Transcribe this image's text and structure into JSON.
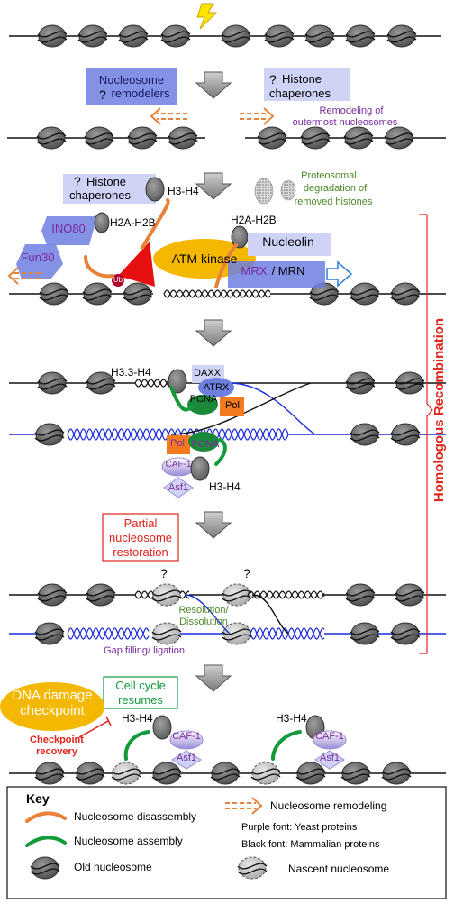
{
  "labels": {
    "nucleosome_remodelers": "Nucleosome remodelers",
    "q": "?",
    "histone_chaperones": "Histone chaperones",
    "remodeling_outermost_1": "Remodeling of",
    "remodeling_outermost_2": "outermost nucleosomes",
    "histone_chaperones_2": "Histone chaperones",
    "h3h4_top": "H3-H4",
    "proteosomal_1": "Proteosomal",
    "proteosomal_2": "degradation of",
    "proteosomal_3": "removed histones",
    "ino80": "INO80",
    "h2ah2b_left": "H2A-H2B",
    "h2ah2b_right": "H2A-H2B",
    "nucleolin": "Nucleolin",
    "fun30": "Fun30",
    "atm": "ATM kinase",
    "ub": "Ub",
    "mrx": "MRX",
    "mrn": "/ MRN",
    "h33h4": "H3.3-H4",
    "daxx": "DAXX",
    "atrx": "ATRX",
    "pcna_top": "PCNA",
    "pol_top": "Pol",
    "pol_bottom": "Pol",
    "pcna_bottom": "PCNA",
    "caf1_mid": "CAF-1",
    "asf1_mid": "Asf1",
    "h3h4_mid": "H3-H4",
    "partial_1": "Partial",
    "partial_2": "nucleosome",
    "partial_3": "restoration",
    "q1": "?",
    "q2": "?",
    "resolution_1": "Resolution/",
    "resolution_2": "Dissolution",
    "gap": "Gap filling/ ligation",
    "cellcycle_1": "Cell cycle",
    "cellcycle_2": "resumes",
    "dna_damage_1": "DNA damage",
    "dna_damage_2": "checkpoint",
    "checkpoint_1": "Checkpoint",
    "checkpoint_2": "recovery",
    "h3h4_left": "H3-H4",
    "h3h4_right": "H3-H4",
    "caf1_left": "CAF-1",
    "asf1_left": "Asf1",
    "caf1_right": "CAF-1",
    "asf1_right": "Asf1",
    "hr": "Homologous Recombination"
  },
  "key": {
    "title": "Key",
    "disassembly": "Nucleosome disassembly",
    "assembly": "Nucleosome assembly",
    "old": "Old nucleosome",
    "remodeling": "Nucleosome remodeling",
    "purple_font": "Purple font: Yeast proteins",
    "black_font": "Black font: Mammalian proteins",
    "nascent": "Nascent nucleosome"
  },
  "colors": {
    "blue_box": "#6f7fe0",
    "lavender": "#cfd3f5",
    "purple_text": "#7a2a9c",
    "green_text": "#4d8a2a",
    "red": "#e0241b",
    "orange_arrow": "#e8823a",
    "green_arrow": "#139a3a",
    "atm_yellow": "#f5b800",
    "pol_orange": "#f47a1f",
    "dna_blue": "#1a2bd9"
  }
}
